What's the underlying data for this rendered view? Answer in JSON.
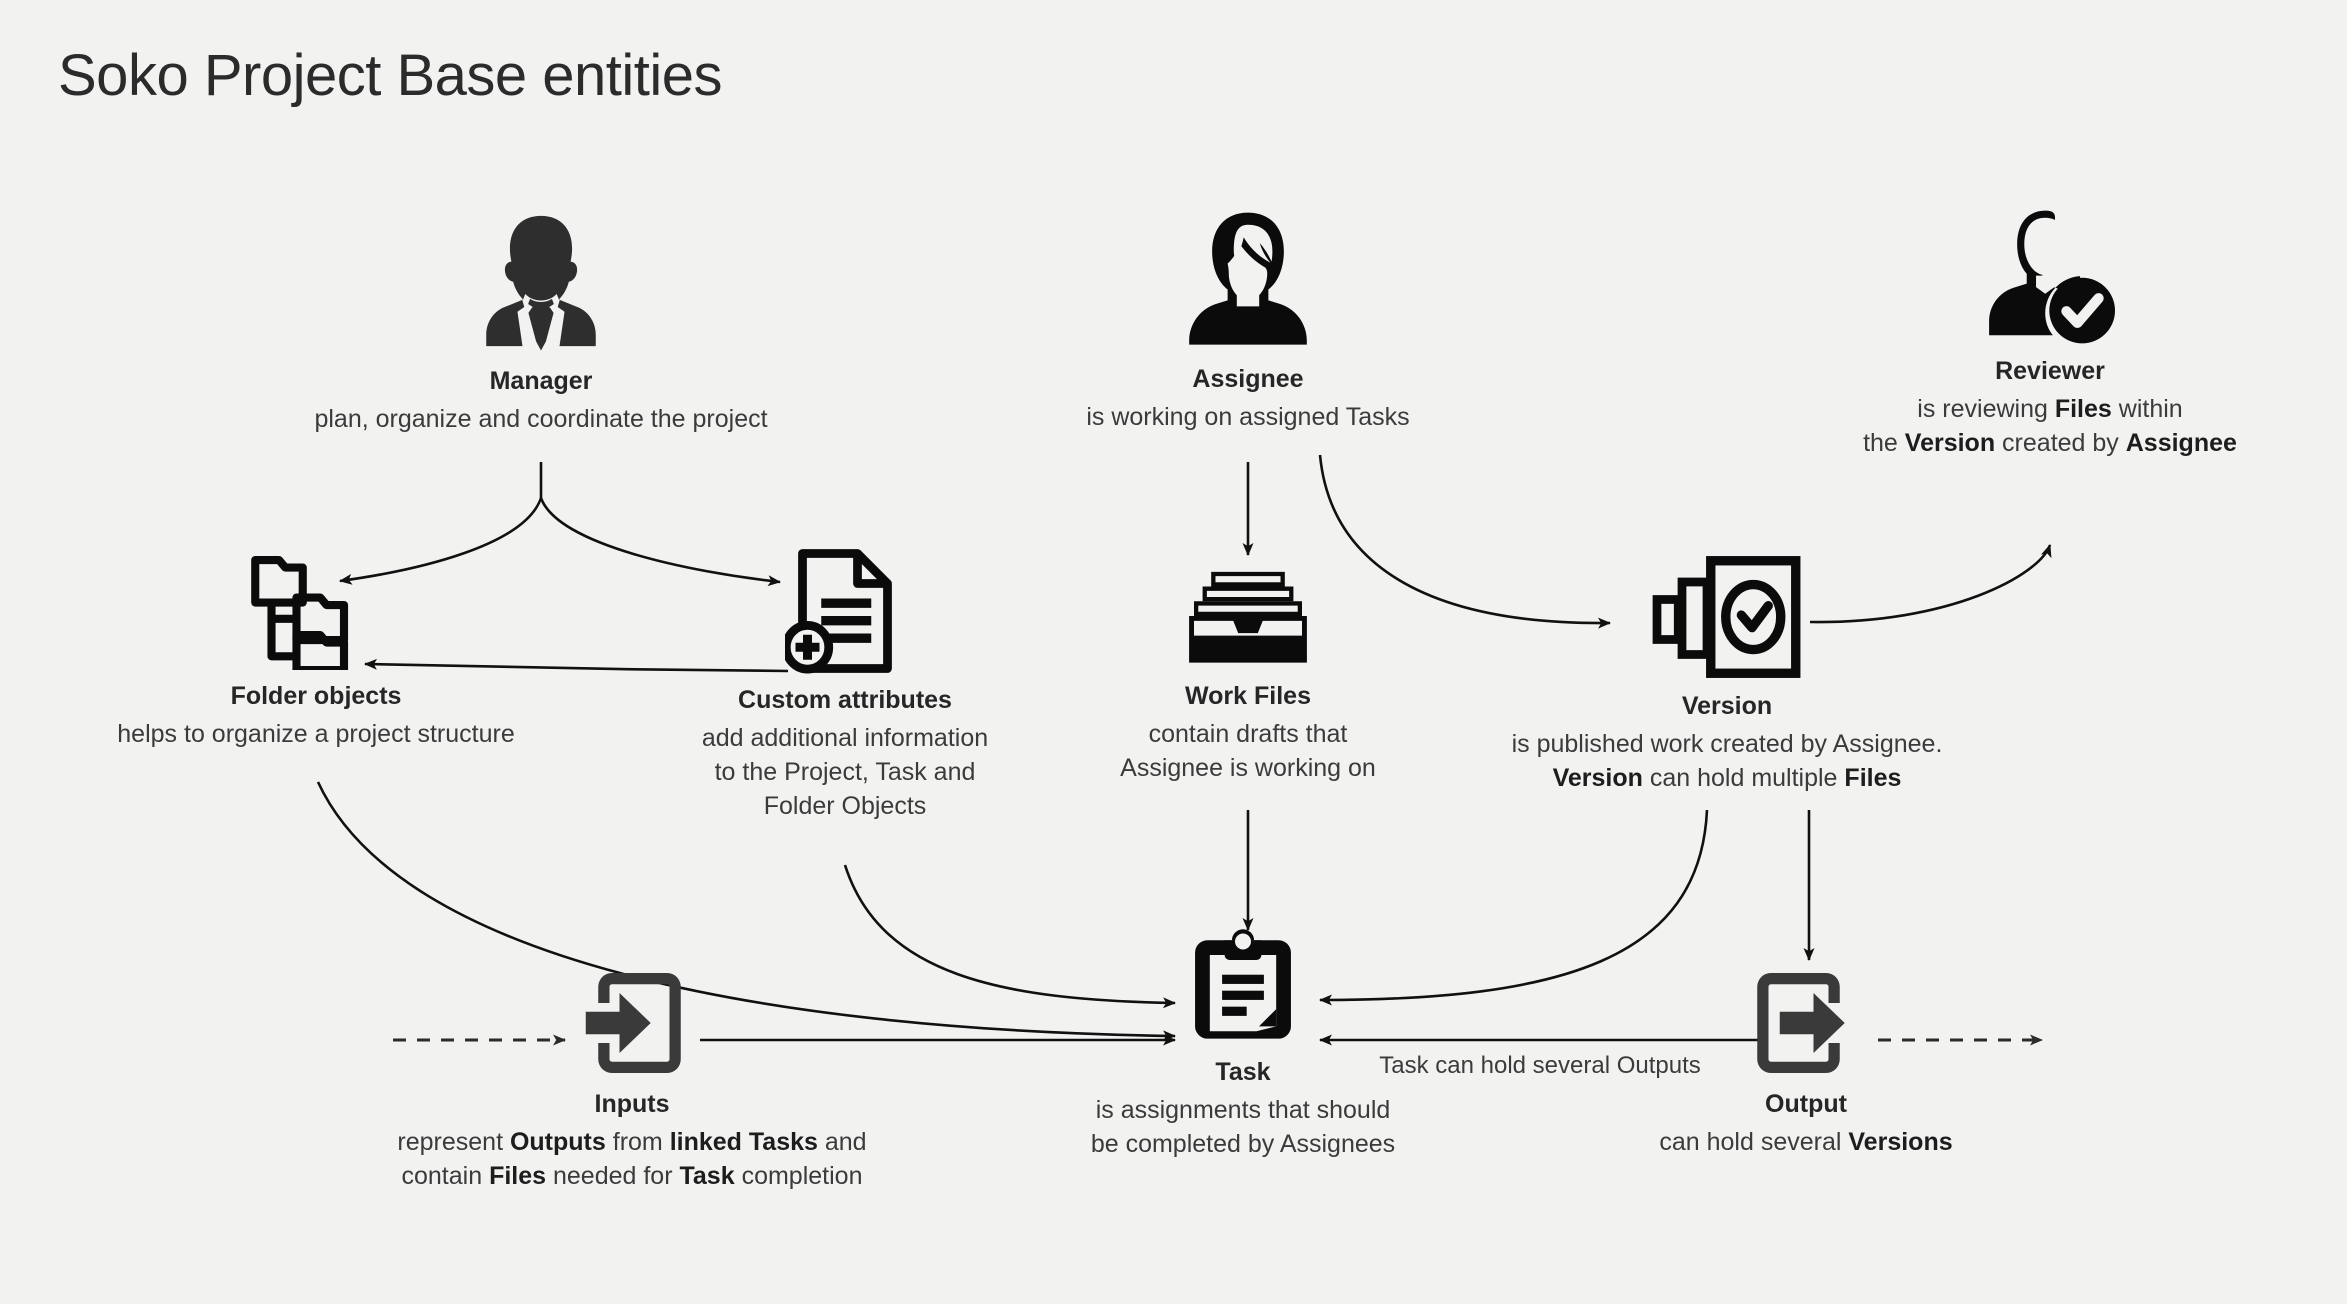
{
  "page": {
    "title": "Soko Project Base entities",
    "background_color": "#f2f2f1",
    "ink_color": "#1d1d1d",
    "text_color": "#3b3b3b"
  },
  "nodes": {
    "manager": {
      "icon": "manager-person-icon",
      "label": "Manager",
      "description_lines": [
        "plan, organize and coordinate the project"
      ]
    },
    "assignee": {
      "icon": "assignee-person-icon",
      "label": "Assignee",
      "description_lines": [
        "is working on assigned Tasks"
      ]
    },
    "reviewer": {
      "icon": "reviewer-person-check-icon",
      "label": "Reviewer",
      "description_lines": [
        "is reviewing Files within",
        "the Version created by Assignee"
      ]
    },
    "folder_objects": {
      "icon": "folder-tree-icon",
      "label": "Folder objects",
      "description_lines": [
        "helps to organize a project structure"
      ]
    },
    "custom_attributes": {
      "icon": "document-plus-icon",
      "label": "Custom attributes",
      "description_lines": [
        "add additional information",
        "to the Project, Task and",
        "Folder Objects"
      ]
    },
    "work_files": {
      "icon": "file-tray-icon",
      "label": "Work Files",
      "description_lines": [
        "contain drafts that",
        "Assignee is working on"
      ]
    },
    "version": {
      "icon": "version-stack-check-icon",
      "label": "Version",
      "description_lines": [
        "is published work created by Assignee.",
        "Version can hold multiple Files"
      ]
    },
    "inputs": {
      "icon": "arrow-into-box-icon",
      "label": "Inputs",
      "description_lines": [
        "represent Outputs from linked Tasks and",
        "contain Files needed for Task completion"
      ]
    },
    "task": {
      "icon": "clipboard-icon",
      "label": "Task",
      "description_lines": [
        "is assignments that should",
        "be completed by Assignees"
      ]
    },
    "output": {
      "icon": "arrow-out-of-box-icon",
      "label": "Output",
      "description_lines": [
        "can hold several Versions"
      ]
    }
  },
  "edges": [
    {
      "id": "manager-to-folder-objects",
      "from": "manager",
      "to": "folder_objects",
      "style": "solid",
      "label": ""
    },
    {
      "id": "manager-to-custom-attributes",
      "from": "manager",
      "to": "custom_attributes",
      "style": "solid",
      "label": ""
    },
    {
      "id": "custom-attributes-to-folder-objects",
      "from": "custom_attributes",
      "to": "folder_objects",
      "style": "solid",
      "label": ""
    },
    {
      "id": "assignee-to-work-files",
      "from": "assignee",
      "to": "work_files",
      "style": "solid",
      "label": ""
    },
    {
      "id": "assignee-to-version",
      "from": "assignee",
      "to": "version",
      "style": "solid",
      "label": ""
    },
    {
      "id": "version-to-reviewer",
      "from": "version",
      "to": "reviewer",
      "style": "solid",
      "label": ""
    },
    {
      "id": "folder-objects-to-task",
      "from": "folder_objects",
      "to": "task",
      "style": "solid",
      "label": ""
    },
    {
      "id": "custom-attributes-to-task",
      "from": "custom_attributes",
      "to": "task",
      "style": "solid",
      "label": ""
    },
    {
      "id": "work-files-to-task",
      "from": "work_files",
      "to": "task",
      "style": "solid",
      "label": ""
    },
    {
      "id": "version-to-task",
      "from": "version",
      "to": "task",
      "style": "solid",
      "label": ""
    },
    {
      "id": "version-to-output",
      "from": "version",
      "to": "output",
      "style": "solid",
      "label": ""
    },
    {
      "id": "output-to-task",
      "from": "output",
      "to": "task",
      "style": "solid",
      "label": "Task can hold several Outputs"
    },
    {
      "id": "inputs-to-task",
      "from": "inputs",
      "to": "task",
      "style": "solid",
      "label": ""
    },
    {
      "id": "upstream-to-inputs",
      "from": "upstream",
      "to": "inputs",
      "style": "dashed",
      "label": ""
    },
    {
      "id": "output-to-downstream",
      "from": "output",
      "to": "downstream",
      "style": "dashed",
      "label": ""
    }
  ],
  "edge_labels": {
    "task_outputs": "Task can hold several Outputs"
  }
}
